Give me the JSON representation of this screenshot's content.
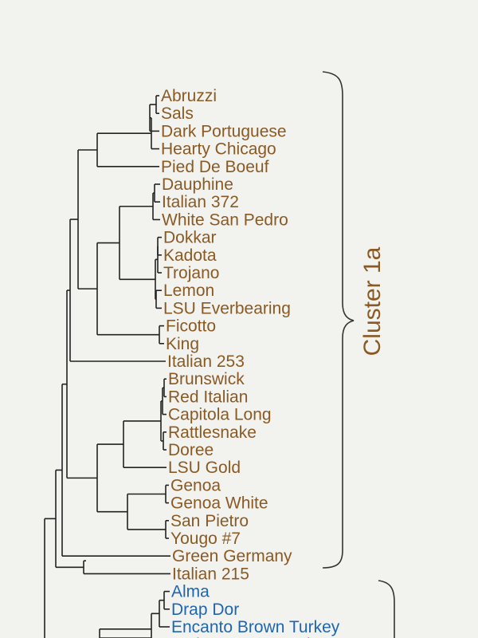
{
  "clusters": [
    {
      "label": "Cluster 1a",
      "color": "#8a5a24",
      "leaves": [
        "Abruzzi",
        "Sals",
        "Dark Portuguese",
        "Hearty Chicago",
        "Pied De Boeuf",
        "Dauphine",
        "Italian 372",
        "White San Pedro",
        "Dokkar",
        "Kadota",
        "Trojano",
        "Lemon",
        "LSU Everbearing",
        "Ficotto",
        "King",
        "Italian 253",
        "Brunswick",
        "Red Italian",
        "Capitola Long",
        "Rattlesnake",
        "Doree",
        "LSU Gold",
        "Genoa",
        "Genoa White",
        "San Pietro",
        "Yougo #7",
        "Green Germany",
        "Italian 215"
      ]
    },
    {
      "label": "",
      "color": "#1f66b0",
      "leaves": [
        "Alma",
        "Drap Dor",
        "Encanto Brown Turkey",
        "Malcoms Super Giant"
      ]
    }
  ]
}
